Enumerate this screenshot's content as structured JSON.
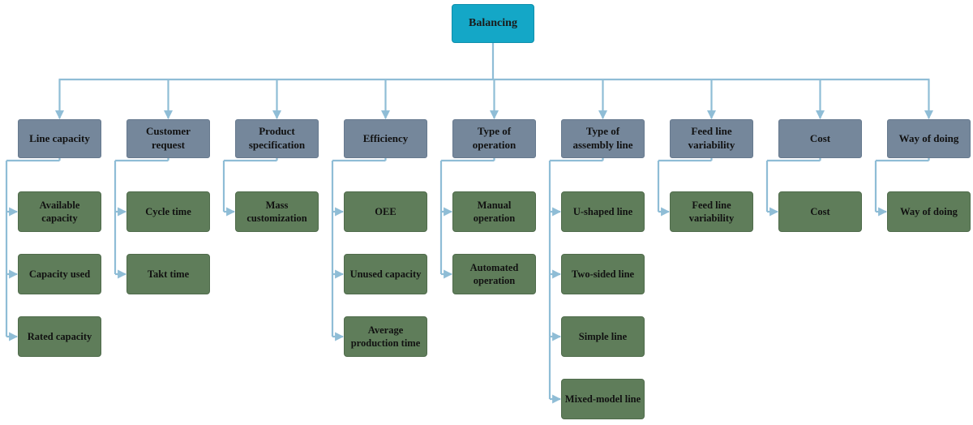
{
  "root": "Balancing",
  "colors": {
    "root": "#14a7c7",
    "category": "#75879b",
    "leaf": "#5f7d5a",
    "connector": "#8fbdd6"
  },
  "categories": [
    {
      "label": "Line capacity",
      "children": [
        "Available capacity",
        "Capacity used",
        "Rated capacity"
      ]
    },
    {
      "label": "Customer request",
      "children": [
        "Cycle time",
        "Takt time"
      ]
    },
    {
      "label": "Product specification",
      "children": [
        "Mass customization"
      ]
    },
    {
      "label": "Efficiency",
      "children": [
        "OEE",
        "Unused capacity",
        "Average production time"
      ]
    },
    {
      "label": "Type of operation",
      "children": [
        "Manual operation",
        "Automated operation"
      ]
    },
    {
      "label": "Type of assembly line",
      "children": [
        "U-shaped line",
        "Two-sided line",
        "Simple line",
        "Mixed-model line"
      ]
    },
    {
      "label": "Feed line variability",
      "children": [
        "Feed line variability"
      ]
    },
    {
      "label": "Cost",
      "children": [
        "Cost"
      ]
    },
    {
      "label": "Way of doing",
      "children": [
        "Way of doing"
      ]
    }
  ]
}
